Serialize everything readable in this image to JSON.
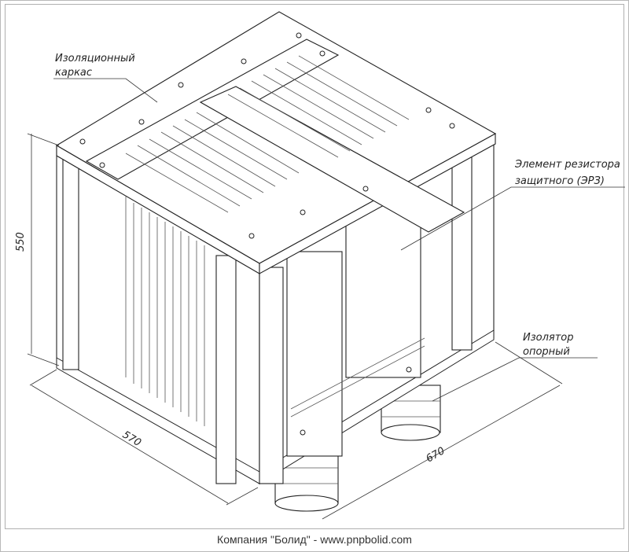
{
  "labels": {
    "frame": [
      "Изоляционный",
      "каркас"
    ],
    "resistor": [
      "Элемент резистора",
      "защитного (ЭРЗ)"
    ],
    "insulator": [
      "Изолятор",
      "опорный"
    ]
  },
  "dimensions": {
    "height": "550",
    "width": "570",
    "depth": "670"
  },
  "footer": "Компания \"Болид\" - www.pnpbolid.com"
}
